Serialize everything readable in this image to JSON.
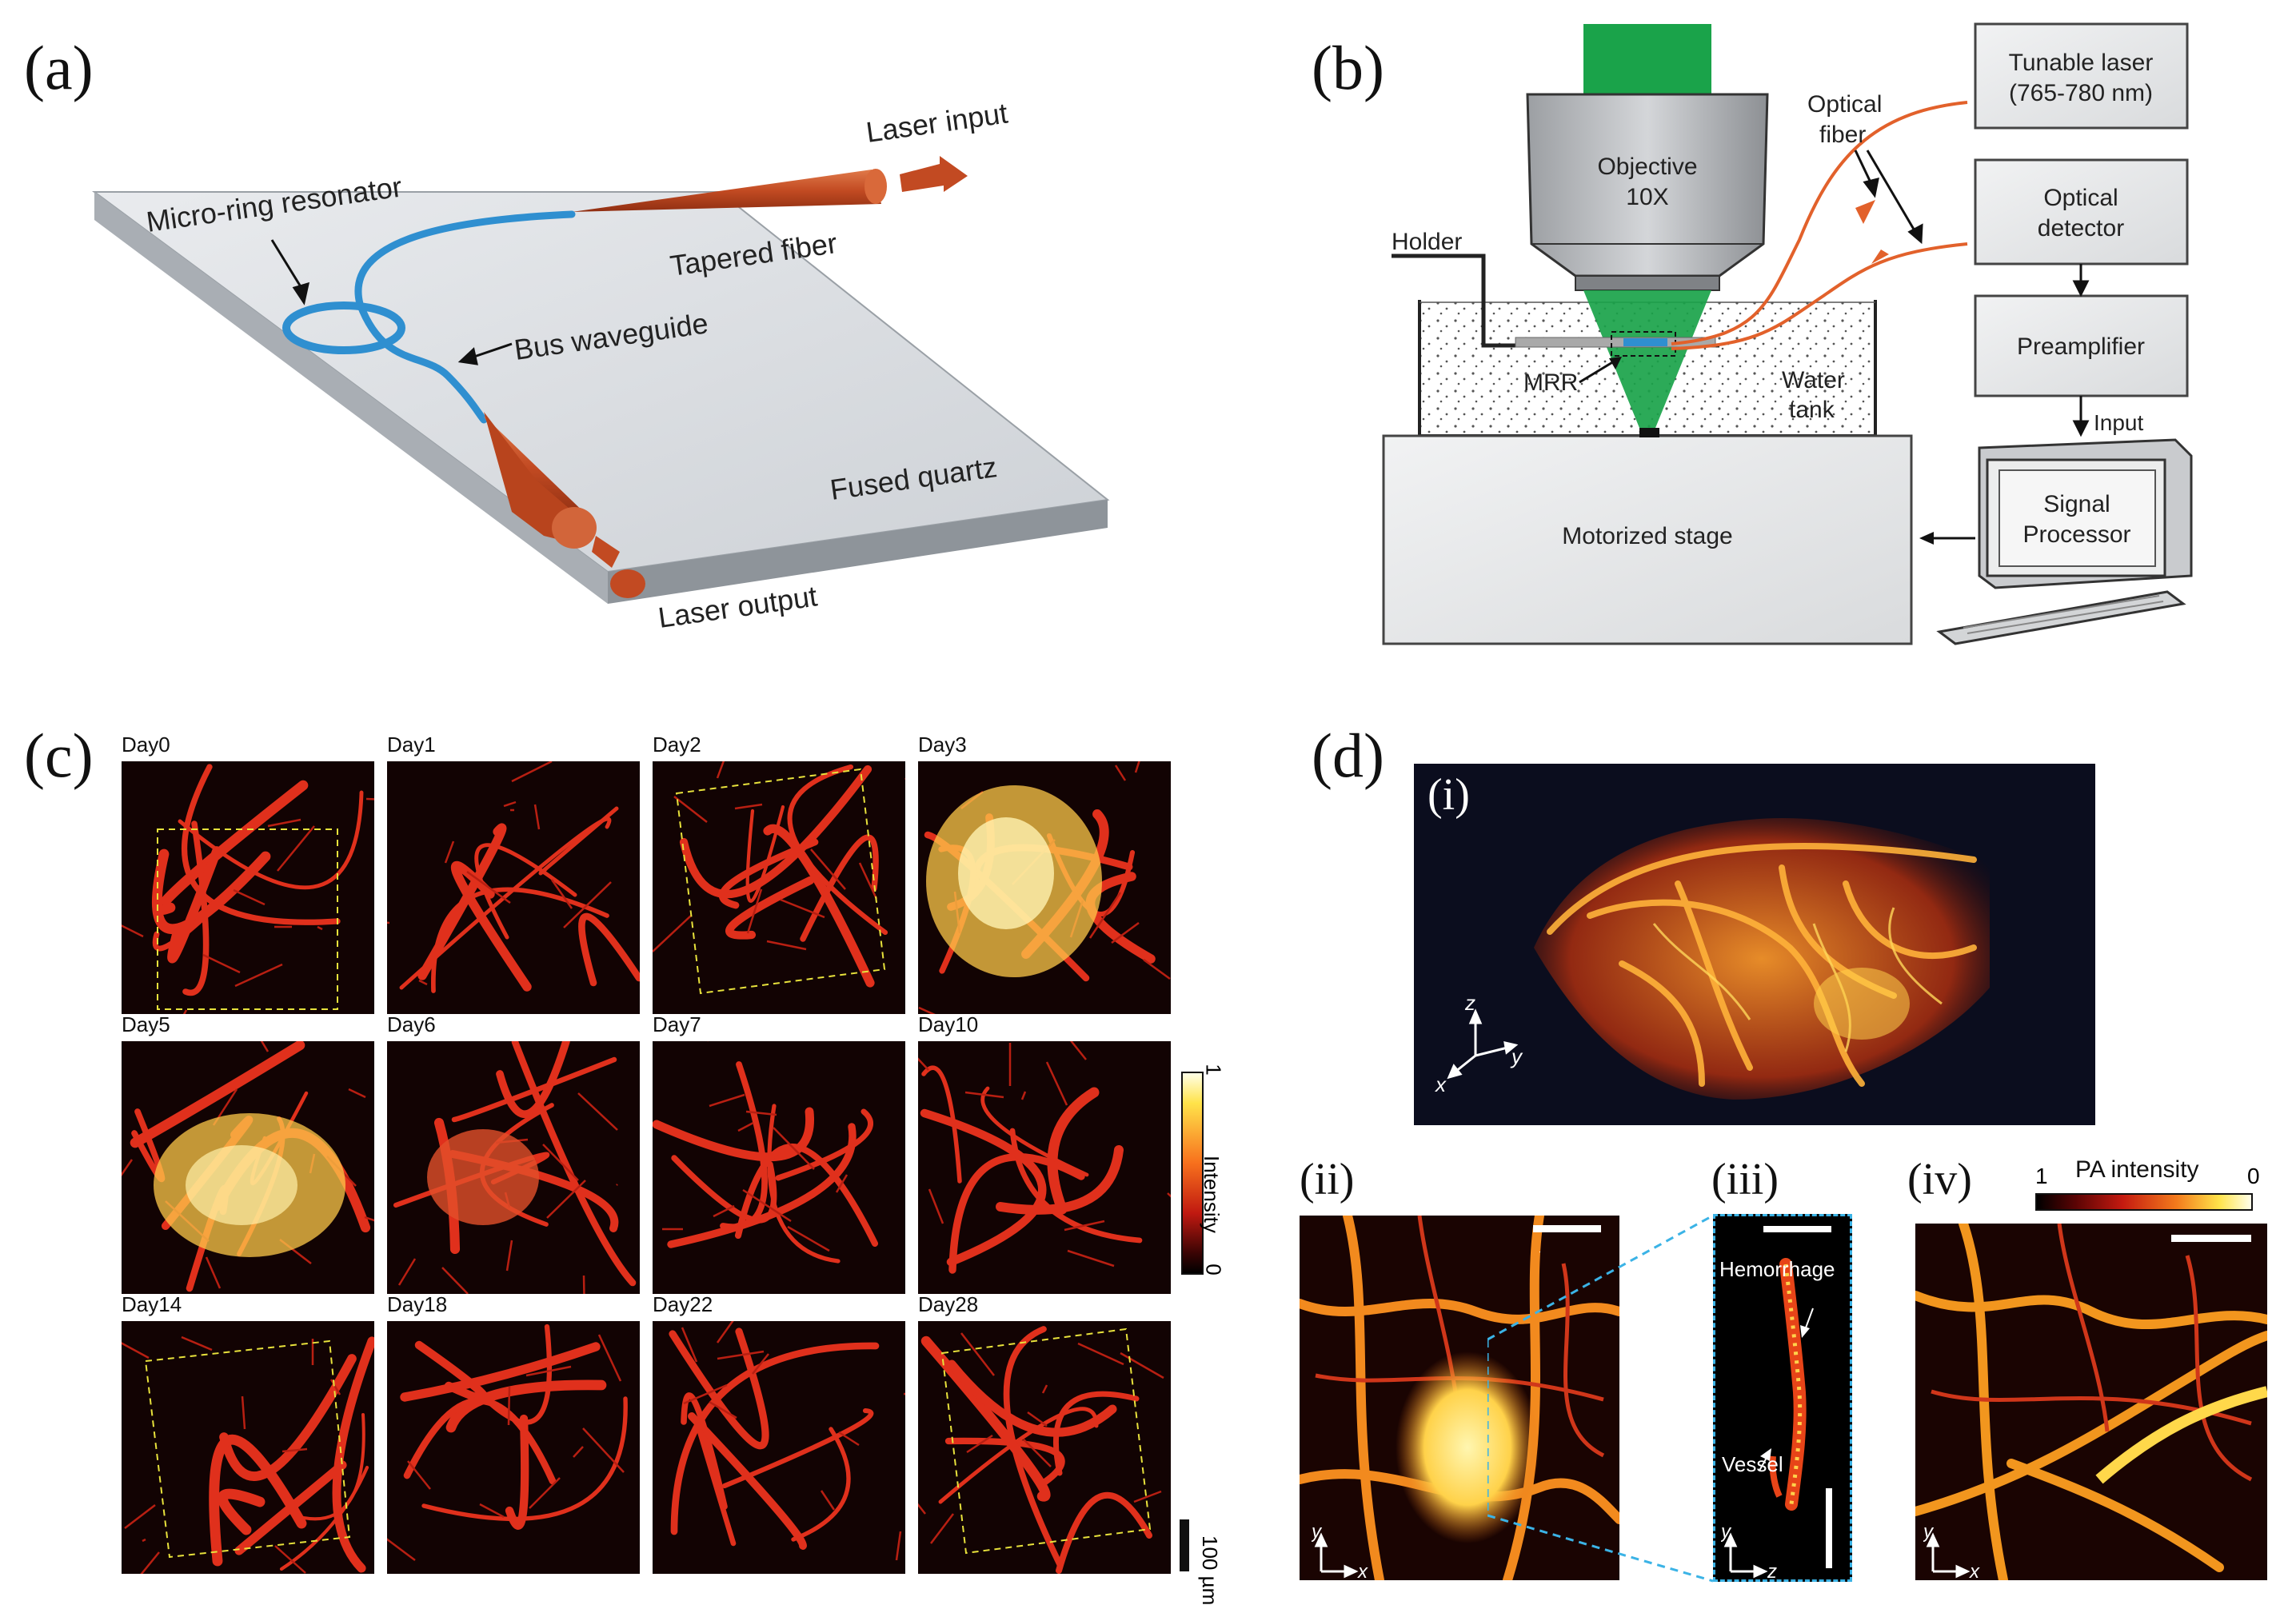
{
  "panels": {
    "a": "(a)",
    "b": "(b)",
    "c": "(c)",
    "d": "(d)"
  },
  "panel_a": {
    "laser_input": "Laser input",
    "micro_ring": "Micro-ring resonator",
    "tapered_fiber": "Tapered fiber",
    "bus_waveguide": "Bus waveguide",
    "fused_quartz": "Fused quartz",
    "laser_output": "Laser output"
  },
  "panel_b": {
    "objective_l1": "Objective",
    "objective_l2": "10X",
    "holder": "Holder",
    "optical_fiber_l1": "Optical",
    "optical_fiber_l2": "fiber",
    "tunable_l1": "Tunable laser",
    "tunable_l2": "(765-780 nm)",
    "detector_l1": "Optical",
    "detector_l2": "detector",
    "preamp": "Preamplifier",
    "input": "Input",
    "mrr": "MRR",
    "water_l1": "Water",
    "water_l2": "tank",
    "stage": "Motorized stage",
    "signal_l1": "Signal",
    "signal_l2": "Processor"
  },
  "panel_c": {
    "days": [
      "Day0",
      "Day1",
      "Day2",
      "Day3",
      "Day5",
      "Day6",
      "Day7",
      "Day10",
      "Day14",
      "Day18",
      "Day22",
      "Day28"
    ],
    "colorbar_max": "1",
    "colorbar_min": "0",
    "colorbar_label": "Intensity",
    "scale_label": "100 µm"
  },
  "panel_d": {
    "i": "(i)",
    "ii": "(ii)",
    "iii": "(iii)",
    "iv": "(iv)",
    "axis_x": "x",
    "axis_y": "y",
    "axis_z": "z",
    "pa_label": "PA intensity",
    "pa_max": "1",
    "pa_min": "0",
    "hemorrhage": "Hemorrhage",
    "vessel": "Vessel"
  },
  "colors": {
    "fiber": "#c9532b",
    "waveguide": "#2f8fd0",
    "beam": "#1aa34a",
    "tissue_bg": "#140303",
    "vessel": "#e0301c",
    "hot": "#ffd84a",
    "roi": "#e8e23c",
    "zoom": "#3bb3e6"
  }
}
